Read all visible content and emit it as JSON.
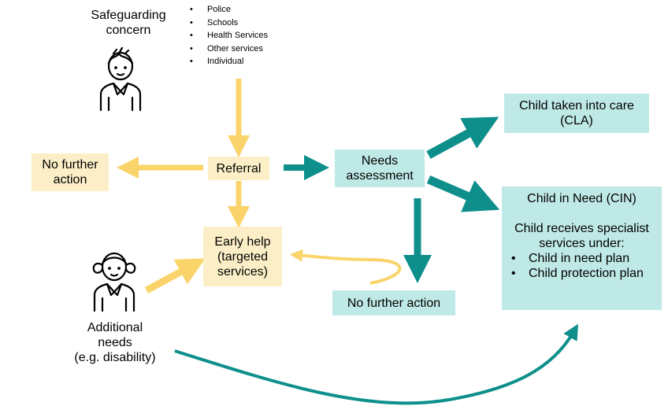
{
  "nodes": {
    "safeguarding": "Safeguarding\nconcern",
    "sources": [
      "Police",
      "Schools",
      "Health Services",
      "Other services",
      "Individual"
    ],
    "referral": "Referral",
    "no_further_action_left": "No further\naction",
    "early_help": "Early help\n(targeted\nservices)",
    "needs_assessment": "Needs\nassessment",
    "no_further_action_bottom": "No further action",
    "child_in_care": "Child taken into care\n(CLA)",
    "cin_title": "Child in Need (CIN)",
    "cin_body": "Child receives specialist\nservices under:",
    "cin_plans": [
      "Child in need plan",
      "Child protection plan"
    ],
    "additional_needs": "Additional\nneeds\n(e.g. disability)"
  },
  "colors": {
    "yellow_fill": "#FCEFC7",
    "teal_fill": "#BFE9E6",
    "yellow_arrow": "#FAD46A",
    "teal_arrow": "#0E8F8C"
  },
  "icons": {
    "person_top": "boy-person-icon",
    "person_bottom": "girl-person-icon"
  }
}
